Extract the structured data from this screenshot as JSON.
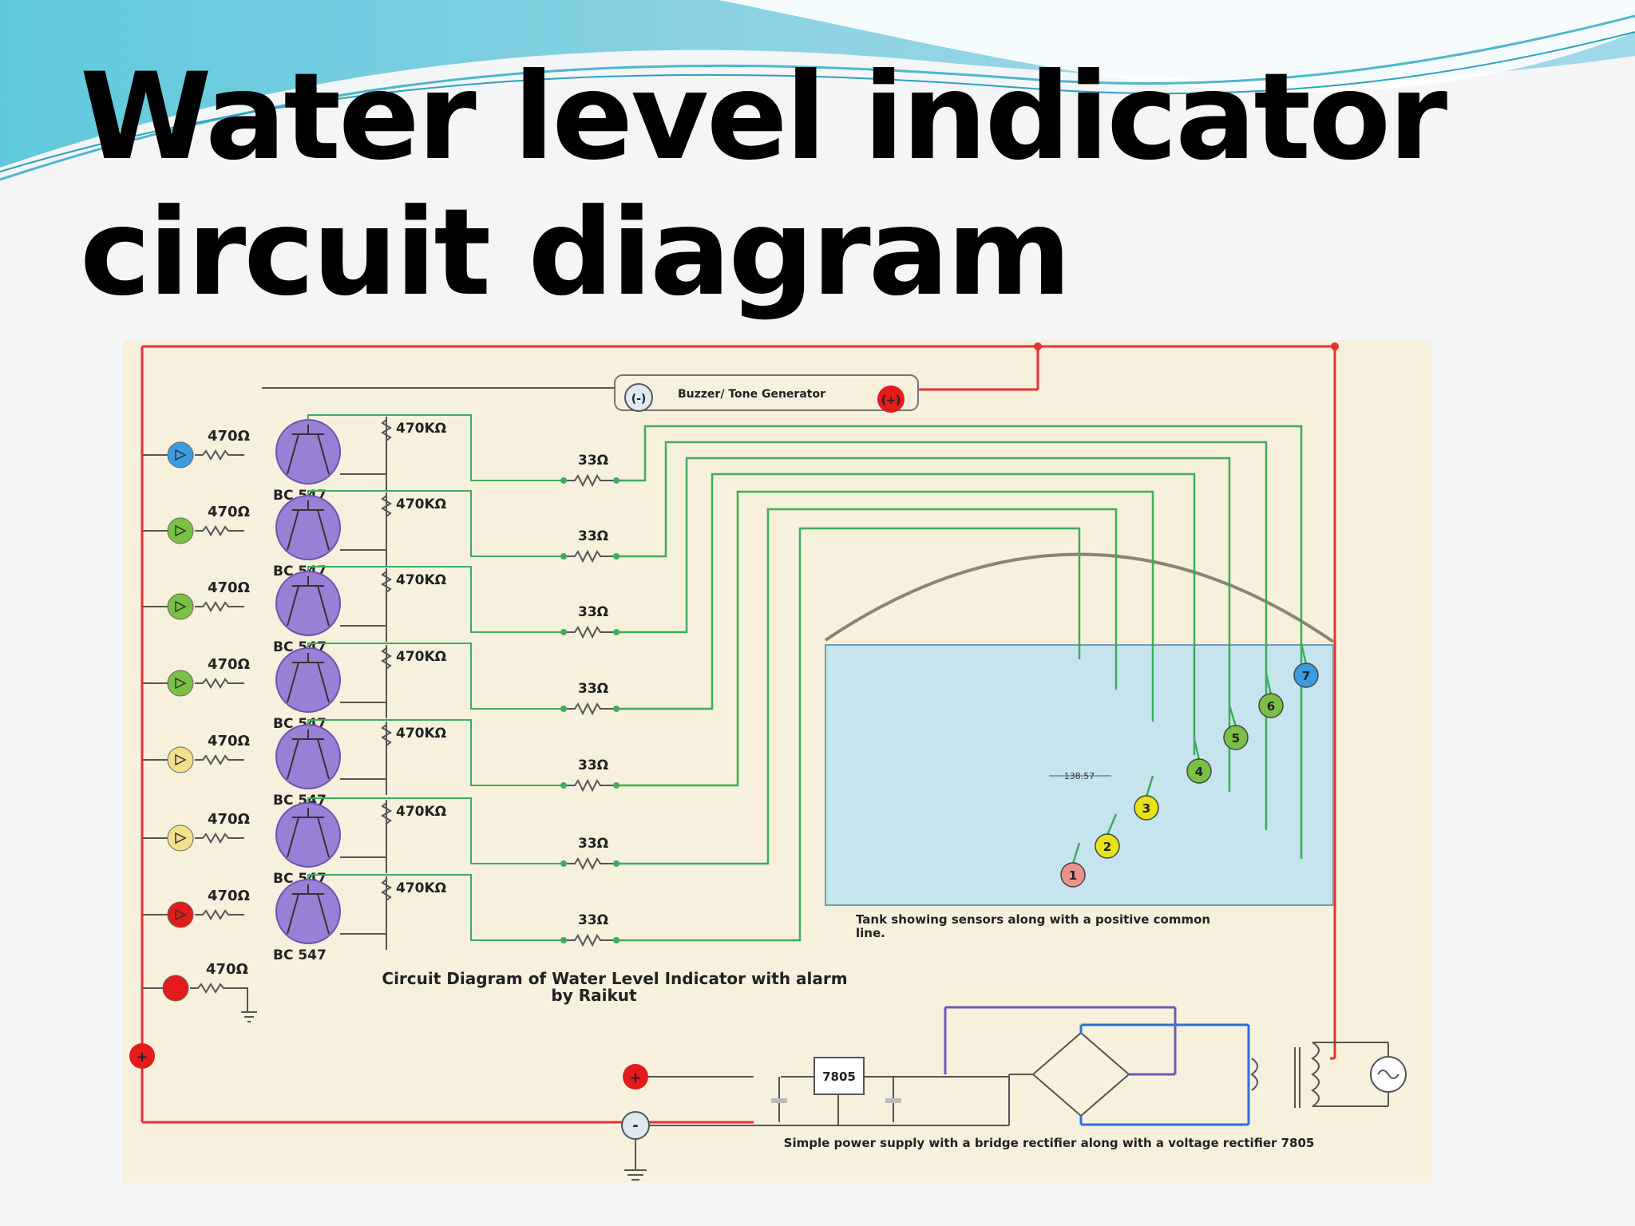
{
  "slide": {
    "title_line1": "Water level indicator",
    "title_line2": "circuit diagram"
  },
  "diagram": {
    "buzzer_label": "Buzzer/ Tone Generator",
    "buzzer_minus": "(-)",
    "buzzer_plus": "(+)",
    "led_resistor": "470Ω",
    "base_resistor": "470KΩ",
    "sensor_resistor": "33Ω",
    "transistor": "BC 547",
    "caption_main": "Circuit Diagram of Water Level Indicator with alarm",
    "caption_author": "by Raikut",
    "tank_caption_line1": "Tank showing sensors along with a positive common",
    "tank_caption_line2": "line.",
    "dimension": "138.57",
    "regulator": "7805",
    "power_caption": "Simple power supply with a bridge rectifier along with a voltage rectifier 7805",
    "rail_plus": "+",
    "rail_minus": "-",
    "sensors": [
      "1",
      "2",
      "3",
      "4",
      "5",
      "6",
      "7"
    ],
    "led_colors": [
      "#3d9be0",
      "#79c043",
      "#79c043",
      "#79c043",
      "#f3e08a",
      "#f3e08a",
      "#e41b1b",
      "#e41b1b"
    ],
    "sensor_colors": [
      "#e8928a",
      "#e7e21a",
      "#e7e21a",
      "#79c043",
      "#79c043",
      "#79c043",
      "#3d9be0"
    ],
    "colors": {
      "rail": "#e63232",
      "signal": "#3cae5a",
      "ground": "#555555",
      "bridge": "#2f6fd8",
      "transistor": "#9a7fd6",
      "tank_water": "#c5e4ee"
    }
  }
}
